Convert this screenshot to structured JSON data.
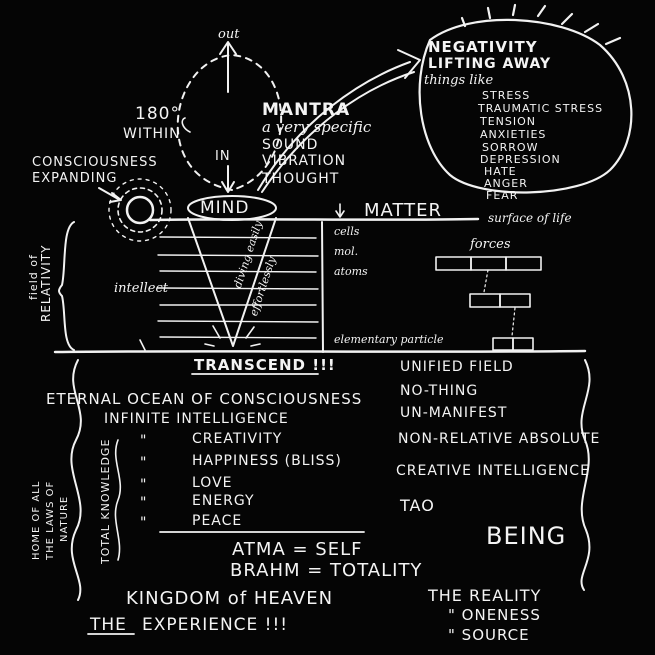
{
  "top": {
    "out": "out",
    "within": [
      "180°",
      "WITHIN"
    ],
    "in": "IN",
    "mantra": [
      "MANTRA",
      "a very specific",
      "SOUND",
      "VIBRATION",
      "THOUGHT"
    ],
    "consciousness_expanding": [
      "CONSCIOUSNESS",
      "EXPANDING"
    ]
  },
  "negativity": {
    "title": [
      "NEGATIVITY",
      "LIFTING AWAY"
    ],
    "things_like": "things like",
    "items": [
      "STRESS",
      "TRAUMATIC STRESS",
      "TENSION",
      "ANXIETIES",
      "SORROW",
      "DEPRESSION",
      "HATE",
      "ANGER",
      "FEAR"
    ]
  },
  "middle": {
    "mind": "MIND",
    "matter": "MATTER",
    "surface": "surface of life",
    "field": [
      "field of",
      "RELATIVITY"
    ],
    "intellect": "intellect",
    "diving": [
      "diving easily",
      "effortlessly"
    ],
    "levels": [
      "cells",
      "mol.",
      "atoms"
    ],
    "forces": "forces",
    "particle": "elementary particle",
    "transcend": "TRANSCEND !!!"
  },
  "left_list": {
    "heading": "ETERNAL OCEAN OF CONSCIOUSNESS",
    "items": [
      {
        "mark": "",
        "text": "INFINITE INTELLIGENCE"
      },
      {
        "mark": "\"",
        "text": "CREATIVITY"
      },
      {
        "mark": "\"",
        "text": "HAPPINESS (BLISS)"
      },
      {
        "mark": "\"",
        "text": "LOVE"
      },
      {
        "mark": "\"",
        "text": "ENERGY"
      },
      {
        "mark": "\"",
        "text": "PEACE"
      }
    ],
    "total_knowledge": "TOTAL KNOWLEDGE",
    "home": [
      "HOME OF ALL",
      "THE LAWS OF",
      "NATURE"
    ]
  },
  "right_list": {
    "items": [
      "UNIFIED FIELD",
      "NO-THING",
      "UN-MANIFEST",
      "NON-RELATIVE ABSOLUTE",
      "CREATIVE INTELLIGENCE",
      "TAO"
    ],
    "being": "BEING"
  },
  "bottom": {
    "atma": "ATMA = SELF",
    "brahm": "BRAHM = TOTALITY",
    "kingdom": "KINGDOM of HEAVEN",
    "experience_the": "THE",
    "experience": "EXPERIENCE !!!",
    "reality": "THE REALITY",
    "oneness": "\" ONENESS",
    "source": "\" SOURCE"
  },
  "colors": {
    "background": "#050505",
    "chalk": "#f4f4f4"
  }
}
